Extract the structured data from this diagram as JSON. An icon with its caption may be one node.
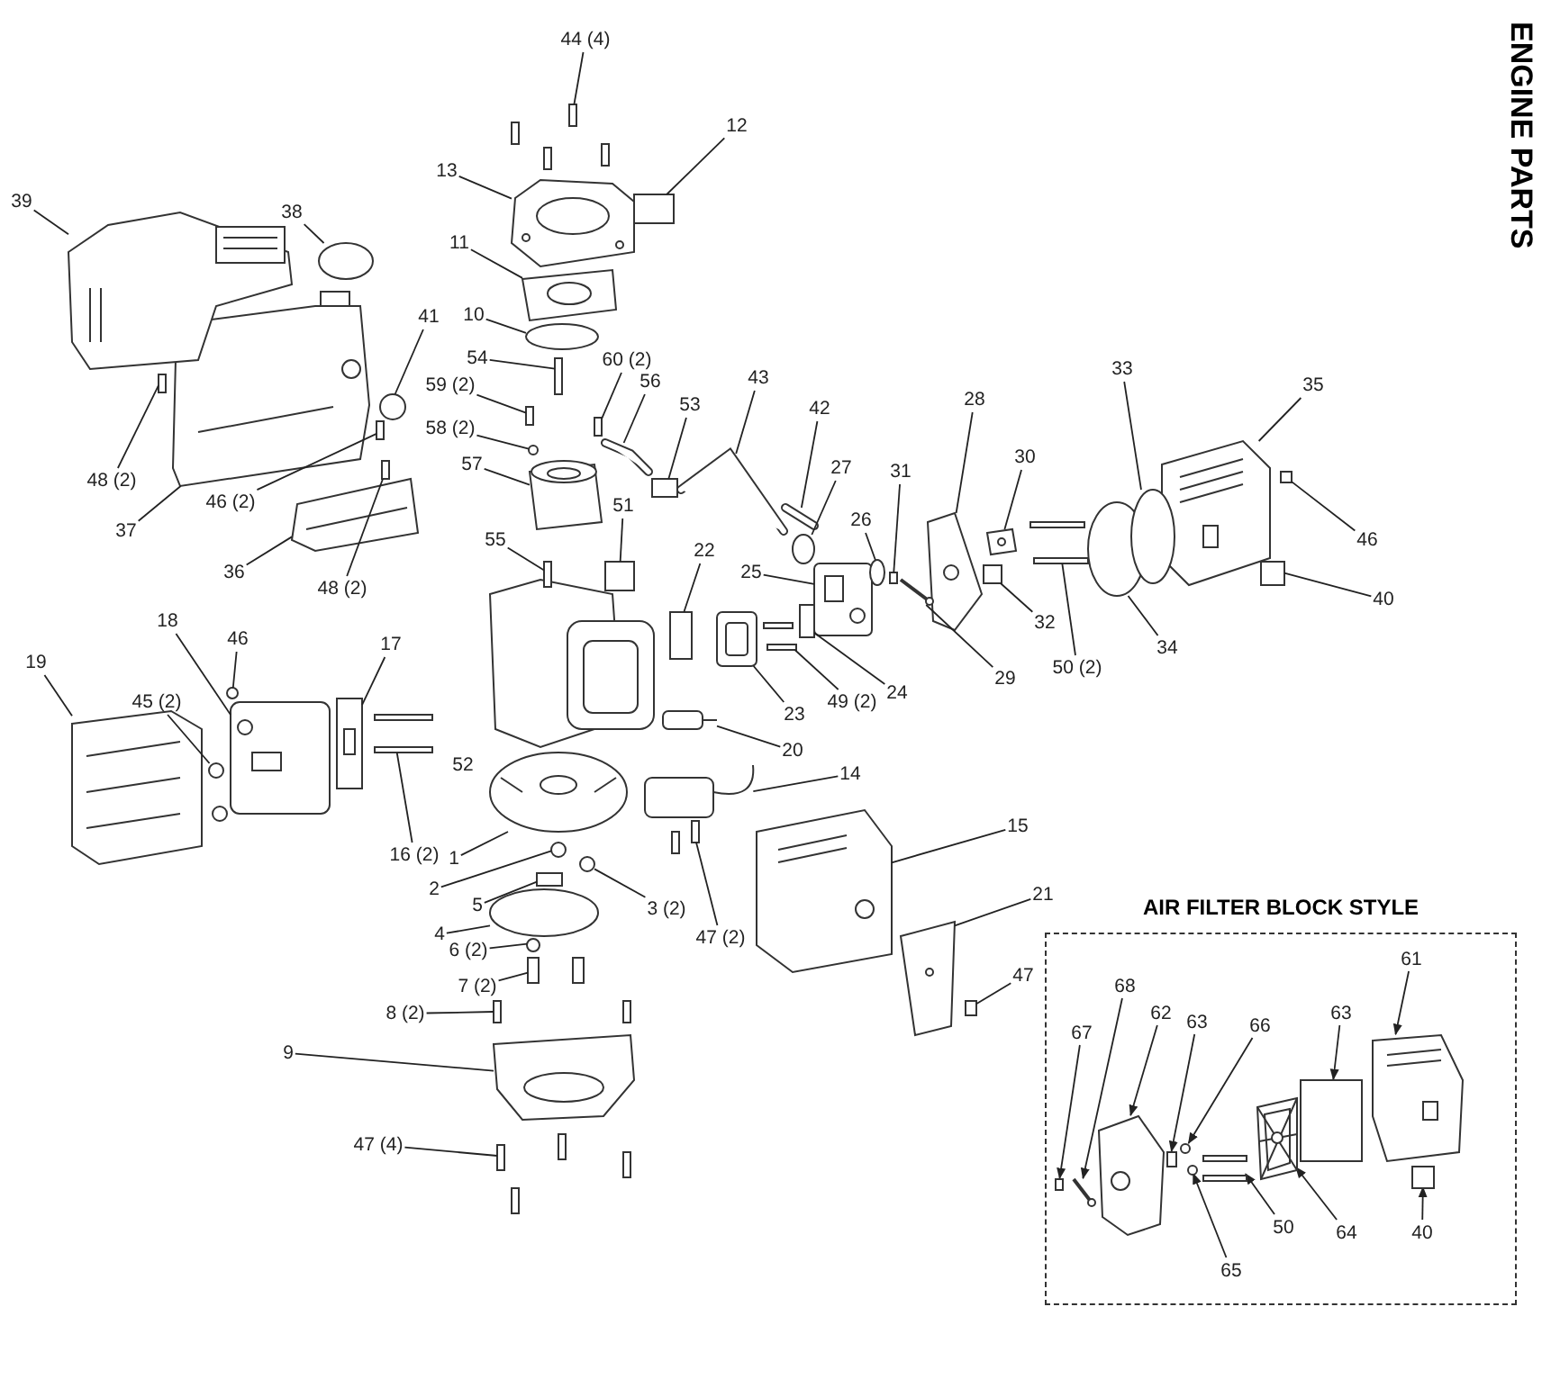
{
  "diagram": {
    "title": "ENGINE PARTS",
    "nodes": [
      {
        "text": [
          "44 (4)"
        ]
      },
      {
        "text": [
          "12"
        ]
      },
      {
        "text": [
          "13"
        ]
      },
      {
        "text": [
          "39"
        ]
      },
      {
        "text": [
          "38"
        ]
      },
      {
        "text": [
          "11"
        ]
      },
      {
        "text": [
          "10"
        ]
      },
      {
        "text": [
          "41"
        ]
      },
      {
        "text": [
          "54"
        ]
      },
      {
        "text": [
          "60 (2)"
        ]
      },
      {
        "text": [
          "59 (2)"
        ]
      },
      {
        "text": [
          "56"
        ]
      },
      {
        "text": [
          "43"
        ]
      },
      {
        "text": [
          "53"
        ]
      },
      {
        "text": [
          "58 (2)"
        ]
      },
      {
        "text": [
          "57"
        ]
      },
      {
        "text": [
          "48 (2)"
        ]
      },
      {
        "text": [
          "46 (2)"
        ]
      },
      {
        "text": [
          "37"
        ]
      },
      {
        "text": [
          "51"
        ]
      },
      {
        "text": [
          "36"
        ]
      },
      {
        "text": [
          "48 (2)"
        ]
      },
      {
        "text": [
          "55"
        ]
      },
      {
        "text": [
          "42"
        ]
      },
      {
        "text": [
          "28"
        ]
      },
      {
        "text": [
          "27"
        ]
      },
      {
        "text": [
          "31"
        ]
      },
      {
        "text": [
          "26"
        ]
      },
      {
        "text": [
          "30"
        ]
      },
      {
        "text": [
          "33"
        ]
      },
      {
        "text": [
          "35"
        ]
      },
      {
        "text": [
          "46"
        ]
      },
      {
        "text": [
          "22"
        ]
      },
      {
        "text": [
          "25"
        ]
      },
      {
        "text": [
          "32"
        ]
      },
      {
        "text": [
          "50 (2)"
        ]
      },
      {
        "text": [
          "34"
        ]
      },
      {
        "text": [
          "40"
        ]
      },
      {
        "text": [
          "29"
        ]
      },
      {
        "text": [
          "18"
        ]
      },
      {
        "text": [
          "46"
        ]
      },
      {
        "text": [
          "17"
        ]
      },
      {
        "text": [
          "19"
        ]
      },
      {
        "text": [
          "45 (2)"
        ]
      },
      {
        "text": [
          "49 (2)"
        ]
      },
      {
        "text": [
          "24"
        ]
      },
      {
        "text": [
          "23"
        ]
      },
      {
        "text": [
          "20"
        ]
      },
      {
        "text": [
          "14"
        ]
      },
      {
        "text": [
          "16 (2)"
        ]
      },
      {
        "text": [
          "1"
        ]
      },
      {
        "text": [
          "15"
        ]
      },
      {
        "text": [
          "2"
        ]
      },
      {
        "text": [
          "3 (2)"
        ]
      },
      {
        "text": [
          "5"
        ]
      },
      {
        "text": [
          "47 (2)"
        ]
      },
      {
        "text": [
          "4"
        ]
      },
      {
        "text": [
          "21"
        ]
      },
      {
        "text": [
          "6 (2)"
        ]
      },
      {
        "text": [
          "47"
        ]
      },
      {
        "text": [
          "7 (2)"
        ]
      },
      {
        "text": [
          "8 (2)"
        ]
      },
      {
        "text": [
          "9"
        ]
      },
      {
        "text": [
          "47 (4)"
        ]
      },
      {
        "text": [
          "AIR FILTER BLOCK STYLE"
        ]
      },
      {
        "text": [
          "61"
        ],
        "in": 64
      },
      {
        "text": [
          "68"
        ],
        "in": 64
      },
      {
        "text": [
          "62"
        ],
        "in": 64
      },
      {
        "text": [
          "67"
        ],
        "in": 64
      },
      {
        "text": [
          "63"
        ],
        "in": 64
      },
      {
        "text": [
          "66"
        ],
        "in": 64
      },
      {
        "text": [
          "63"
        ],
        "in": 64
      },
      {
        "text": [
          "50"
        ],
        "in": 64
      },
      {
        "text": [
          "64"
        ],
        "in": 64
      },
      {
        "text": [
          "65"
        ],
        "in": 64
      },
      {
        "text": [
          "40"
        ],
        "in": 64
      },
      {
        "text": [],
        "shape": "box"
      },
      {
        "text": [],
        "shape": "box"
      },
      {
        "text": [],
        "shape": "picture"
      },
      {
        "text": [],
        "shape": "picture"
      },
      {
        "text": [],
        "shape": "circle"
      },
      {
        "text": [],
        "shape": "picture"
      },
      {
        "text": [],
        "shape": "circle"
      },
      {
        "text": [],
        "shape": "circle"
      },
      {
        "text": [],
        "shape": "box"
      },
      {
        "text": [],
        "shape": "box"
      },
      {
        "text": [],
        "shape": "box"
      },
      {
        "text": [],
        "shape": "picture"
      },
      {
        "text": [],
        "shape": "picture"
      },
      {
        "text": [],
        "shape": "box"
      },
      {
        "text": [],
        "shape": "circle"
      },
      {
        "text": [],
        "shape": "picture"
      },
      {
        "text": [],
        "shape": "box"
      },
      {
        "text": [],
        "shape": "box"
      },
      {
        "text": [],
        "shape": "picture"
      },
      {
        "text": [],
        "shape": "box"
      },
      {
        "text": [],
        "shape": "picture"
      },
      {
        "text": [],
        "shape": "box"
      },
      {
        "text": [],
        "shape": "box"
      },
      {
        "text": [],
        "shape": "picture"
      },
      {
        "text": [],
        "shape": "picture"
      },
      {
        "text": [],
        "shape": "circle"
      },
      {
        "text": [],
        "shape": "box"
      },
      {
        "text": [],
        "shape": "circle"
      },
      {
        "text": [],
        "shape": "picture"
      },
      {
        "text": [],
        "shape": "circle"
      },
      {
        "text": [],
        "shape": "picture"
      },
      {
        "text": [],
        "shape": "box"
      },
      {
        "text": [],
        "shape": "box"
      },
      {
        "text": [],
        "shape": "picture"
      },
      {
        "text": [],
        "shape": "box"
      },
      {
        "text": [],
        "shape": "picture"
      },
      {
        "text": [],
        "shape": "circle"
      },
      {
        "text": [],
        "shape": "box"
      },
      {
        "text": [],
        "shape": "picture"
      },
      {
        "text": [],
        "shape": "picture"
      },
      {
        "text": [],
        "shape": "circle"
      },
      {
        "text": [],
        "shape": "picture"
      },
      {
        "text": [],
        "shape": "picture"
      },
      {
        "text": [],
        "shape": "circle"
      },
      {
        "text": [],
        "shape": "picture"
      },
      {
        "text": [],
        "shape": "box"
      },
      {
        "text": [],
        "shape": "picture"
      },
      {
        "text": [],
        "shape": "picture"
      },
      {
        "text": [],
        "shape": "picture"
      },
      {
        "text": [],
        "shape": "picture"
      },
      {
        "text": [],
        "shape": "picture"
      },
      {
        "text": [],
        "shape": "picture"
      },
      {
        "text": [],
        "shape": "circle"
      },
      {
        "text": [],
        "shape": "circle"
      },
      {
        "text": [],
        "shape": "box"
      },
      {
        "text": [],
        "shape": "box"
      },
      {
        "text": [],
        "shape": "circle"
      },
      {
        "text": [],
        "shape": "picture"
      },
      {
        "text": [],
        "shape": "circle"
      },
      {
        "text": [],
        "shape": "box"
      },
      {
        "text": [],
        "shape": "box"
      },
      {
        "text": [],
        "shape": "box"
      },
      {
        "text": [],
        "shape": "picture"
      },
      {
        "text": [],
        "shape": "box"
      },
      {
        "text": [],
        "shape": "picture",
        "in": 64
      },
      {
        "text": [],
        "shape": "picture",
        "in": 64
      },
      {
        "text": [],
        "shape": "picture",
        "in": 64
      },
      {
        "text": [],
        "shape": "box",
        "in": 64
      },
      {
        "text": [],
        "shape": "box",
        "in": 64
      },
      {
        "text": [],
        "shape": "circle",
        "in": 64
      },
      {
        "text": [],
        "shape": "box",
        "in": 64
      },
      {
        "text": [],
        "shape": "picture",
        "in": 64
      },
      {
        "text": [],
        "shape": "picture",
        "in": 64
      },
      {
        "text": [],
        "shape": "circle",
        "in": 64
      },
      {
        "text": [],
        "shape": "box",
        "in": 64
      }
    ],
    "edges": [
      {
        "from": 0,
        "to": 76,
        "arrow": "none"
      },
      {
        "from": 1,
        "to": 77,
        "arrow": "none"
      },
      {
        "from": 2,
        "to": 78,
        "arrow": "none"
      },
      {
        "from": 3,
        "to": 79,
        "arrow": "none"
      },
      {
        "from": 4,
        "to": 80,
        "arrow": "none"
      },
      {
        "from": 5,
        "to": 81,
        "arrow": "none"
      },
      {
        "from": 6,
        "to": 82,
        "arrow": "none"
      },
      {
        "from": 7,
        "to": 83,
        "arrow": "none"
      },
      {
        "from": 8,
        "to": 84,
        "arrow": "none"
      },
      {
        "from": 9,
        "to": 85,
        "arrow": "none"
      },
      {
        "from": 10,
        "to": 86,
        "arrow": "none"
      },
      {
        "from": 11,
        "to": 87,
        "arrow": "none"
      },
      {
        "from": 12,
        "to": 88,
        "arrow": "none"
      },
      {
        "from": 13,
        "to": 89,
        "arrow": "none"
      },
      {
        "from": 14,
        "to": 90,
        "arrow": "none"
      },
      {
        "from": 15,
        "to": 91,
        "arrow": "none"
      },
      {
        "from": 16,
        "to": 92,
        "arrow": "none"
      },
      {
        "from": 17,
        "to": 93,
        "arrow": "none"
      },
      {
        "from": 18,
        "to": 94,
        "arrow": "none"
      },
      {
        "from": 19,
        "to": 95,
        "arrow": "none"
      },
      {
        "from": 20,
        "to": 96,
        "arrow": "none"
      },
      {
        "from": 21,
        "to": 97,
        "arrow": "none"
      },
      {
        "from": 22,
        "to": 98,
        "arrow": "none"
      },
      {
        "from": 23,
        "to": 99,
        "arrow": "none"
      },
      {
        "from": 24,
        "to": 100,
        "arrow": "none"
      },
      {
        "from": 25,
        "to": 101,
        "arrow": "none"
      },
      {
        "from": 26,
        "to": 102,
        "arrow": "none"
      },
      {
        "from": 27,
        "to": 103,
        "arrow": "none"
      },
      {
        "from": 28,
        "to": 104,
        "arrow": "none"
      },
      {
        "from": 29,
        "to": 105,
        "arrow": "none"
      },
      {
        "from": 30,
        "to": 106,
        "arrow": "none"
      },
      {
        "from": 31,
        "to": 107,
        "arrow": "none"
      },
      {
        "from": 32,
        "to": 108,
        "arrow": "none"
      },
      {
        "from": 33,
        "to": 109,
        "arrow": "none"
      },
      {
        "from": 34,
        "to": 110,
        "arrow": "none"
      },
      {
        "from": 35,
        "to": 111,
        "arrow": "none"
      },
      {
        "from": 36,
        "to": 112,
        "arrow": "none"
      },
      {
        "from": 37,
        "to": 113,
        "arrow": "none"
      },
      {
        "from": 38,
        "to": 114,
        "arrow": "none"
      },
      {
        "from": 39,
        "to": 115,
        "arrow": "none"
      },
      {
        "from": 40,
        "to": 116,
        "arrow": "none"
      },
      {
        "from": 41,
        "to": 117,
        "arrow": "none"
      },
      {
        "from": 42,
        "to": 118,
        "arrow": "none"
      },
      {
        "from": 43,
        "to": 119,
        "arrow": "none"
      },
      {
        "from": 44,
        "to": 120,
        "arrow": "none"
      },
      {
        "from": 45,
        "to": 121,
        "arrow": "none"
      },
      {
        "from": 46,
        "to": 122,
        "arrow": "none"
      },
      {
        "from": 47,
        "to": 123,
        "arrow": "none"
      },
      {
        "from": 48,
        "to": 124,
        "arrow": "none"
      },
      {
        "from": 49,
        "to": 125,
        "arrow": "none"
      },
      {
        "from": 50,
        "to": 126,
        "arrow": "none"
      },
      {
        "from": 51,
        "to": 127,
        "arrow": "none"
      },
      {
        "from": 52,
        "to": 128,
        "arrow": "none"
      },
      {
        "from": 53,
        "to": 129,
        "arrow": "none"
      },
      {
        "from": 54,
        "to": 130,
        "arrow": "none"
      },
      {
        "from": 55,
        "to": 131,
        "arrow": "none"
      },
      {
        "from": 56,
        "to": 132,
        "arrow": "none"
      },
      {
        "from": 57,
        "to": 133,
        "arrow": "none"
      },
      {
        "from": 58,
        "to": 134,
        "arrow": "none"
      },
      {
        "from": 59,
        "to": 135,
        "arrow": "none"
      },
      {
        "from": 60,
        "to": 136,
        "arrow": "none"
      },
      {
        "from": 61,
        "to": 137,
        "arrow": "none"
      },
      {
        "from": 62,
        "to": 138,
        "arrow": "none"
      },
      {
        "from": 63,
        "to": 139,
        "arrow": "none"
      },
      {
        "from": 65,
        "to": 140,
        "arrow": "to"
      },
      {
        "from": 66,
        "to": 141,
        "arrow": "to"
      },
      {
        "from": 67,
        "to": 142,
        "arrow": "to"
      },
      {
        "from": 68,
        "to": 143,
        "arrow": "to"
      },
      {
        "from": 69,
        "to": 144,
        "arrow": "to"
      },
      {
        "from": 70,
        "to": 145,
        "arrow": "to"
      },
      {
        "from": 71,
        "to": 146,
        "arrow": "to"
      },
      {
        "from": 72,
        "to": 147,
        "arrow": "to"
      },
      {
        "from": 73,
        "to": 148,
        "arrow": "to"
      },
      {
        "from": 74,
        "to": 149,
        "arrow": "to"
      },
      {
        "from": 75,
        "to": 150,
        "arrow": "to"
      }
    ],
    "labels": [
      "52"
    ]
  }
}
